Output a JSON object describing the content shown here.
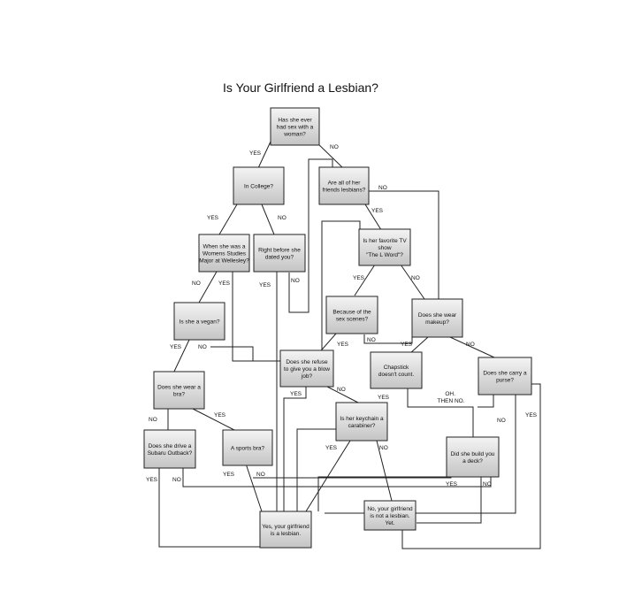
{
  "title": "Is Your Girlfriend a Lesbian?",
  "nodes": {
    "sex_with_woman": [
      "Has she ever",
      "had sex with a",
      "woman?"
    ],
    "in_college": [
      "In College?"
    ],
    "friends_lesbians": [
      "Are all of her",
      "friends lesbians?"
    ],
    "womens_studies": [
      "When she was a",
      "Womens Studies",
      "Major at Wellesley?"
    ],
    "right_before": [
      "Right before she",
      "dated you?"
    ],
    "tv_show": [
      "Is her favorite TV",
      "show",
      "\"The L Word\"?"
    ],
    "vegan": [
      "Is she a vegan?"
    ],
    "sex_scenes": [
      "Because of the",
      "sex scenes?"
    ],
    "wear_makeup": [
      "Does she wear",
      "makeup?"
    ],
    "blow_job": [
      "Does she refuse",
      "to give you a blow",
      "job?"
    ],
    "chapstick": [
      "Chapstick",
      "doesn't count."
    ],
    "carry_purse": [
      "Does she carry a",
      "purse?"
    ],
    "wear_bra": [
      "Does she wear a",
      "bra?"
    ],
    "keychain": [
      "Is her keychain a",
      "carabiner?"
    ],
    "subaru": [
      "Does she drive a",
      "Subaru Outback?"
    ],
    "sports_bra": [
      "A sports bra?"
    ],
    "build_deck": [
      "Did she build you",
      "a deck?"
    ],
    "yes_lesbian": [
      "Yes, your girlfriend",
      "is a lesbian."
    ],
    "not_lesbian": [
      "No, your girlfriend",
      "is not a lesbian.",
      "Yet."
    ]
  },
  "note": [
    "OH.",
    "THEN NO."
  ],
  "labels": {
    "yes": "YES",
    "no": "NO"
  }
}
